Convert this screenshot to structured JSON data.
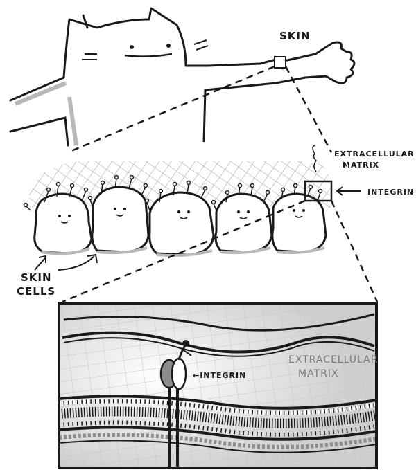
{
  "labels": {
    "skin": "SKIN",
    "extracellular_matrix_top_line1": "EXTRACELLULAR",
    "extracellular_matrix_top_line2": "MATRIX",
    "integrin_top": "INTEGRIN",
    "skin_cells_line1": "SKIN",
    "skin_cells_line2": "CELLS",
    "integrin_zoom": "←INTEGRIN",
    "extracellular_matrix_zoom_line1": "EXTRACELLULAR",
    "extracellular_matrix_zoom_line2": "MATRIX"
  },
  "colors": {
    "ink": "#1a1a1a",
    "shadow": "#b8b8b8",
    "mesh": "#9a9a9a",
    "panel_bg": "#d9d9d9",
    "membrane_gray": "#8c8c8c"
  }
}
